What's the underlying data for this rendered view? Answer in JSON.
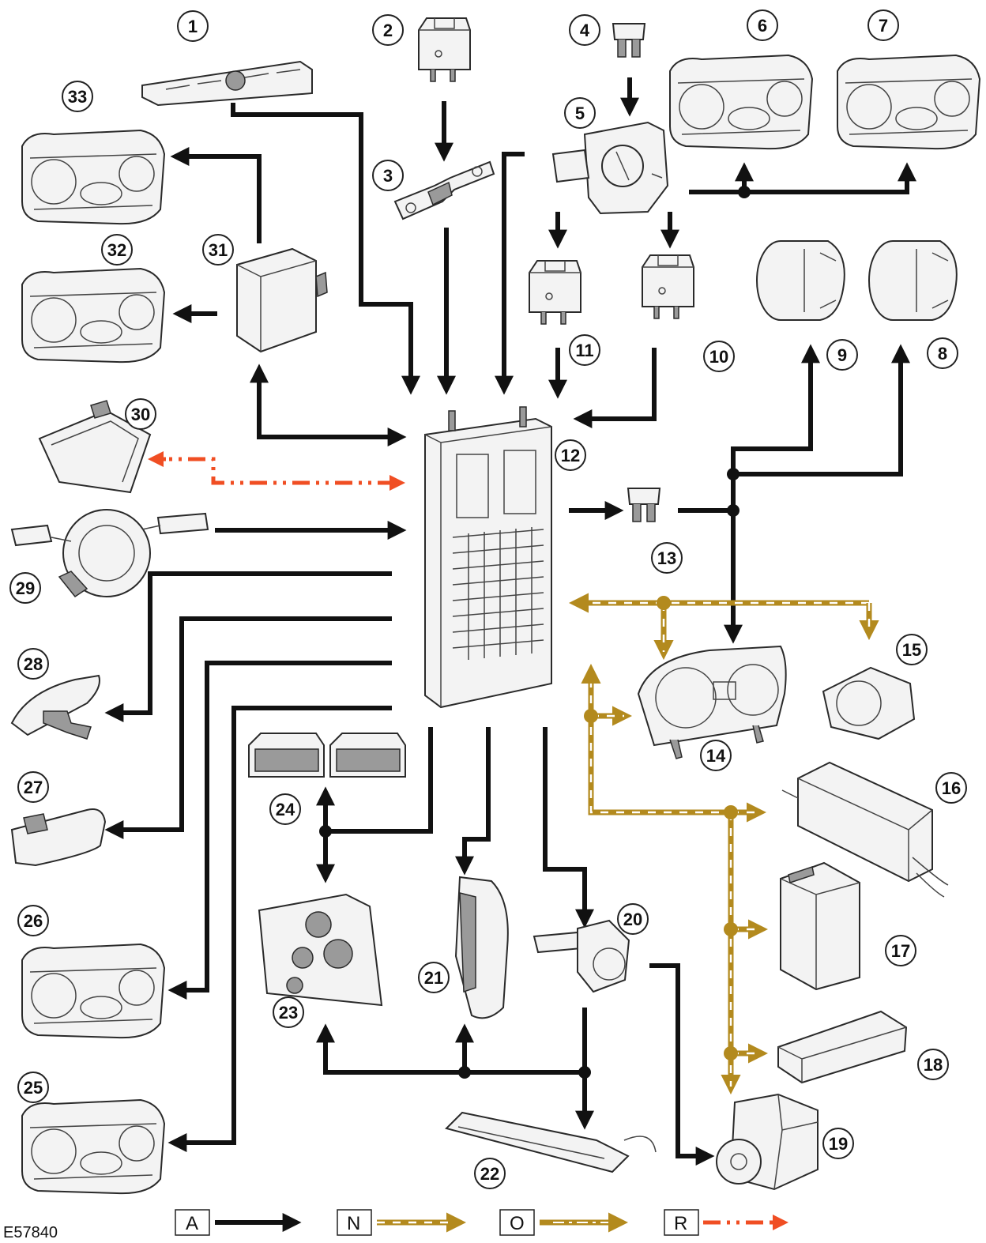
{
  "figure_id": "E57840",
  "callouts": [
    "1",
    "2",
    "3",
    "4",
    "5",
    "6",
    "7",
    "8",
    "9",
    "10",
    "11",
    "12",
    "13",
    "14",
    "15",
    "16",
    "17",
    "18",
    "19",
    "20",
    "21",
    "22",
    "23",
    "24",
    "25",
    "26",
    "27",
    "28",
    "29",
    "30",
    "31",
    "32",
    "33"
  ],
  "legend": [
    {
      "key": "A",
      "color": "#111111"
    },
    {
      "key": "N",
      "color": "#b38a1e"
    },
    {
      "key": "O",
      "color": "#b38a1e"
    },
    {
      "key": "R",
      "color": "#f04e23"
    }
  ],
  "icons": {
    "headlamp": "headlamp-icon",
    "relay": "relay-icon",
    "fuse": "fuse-icon",
    "fuse-link": "fuse-link-icon",
    "switch": "light-switch-icon",
    "fog-lamp": "fog-lamp-icon",
    "junction-box": "central-junction-box-icon",
    "control-module": "control-module-icon",
    "tail-lamp": "tail-lamp-icon",
    "instrument-cluster": "instrument-cluster-icon"
  }
}
